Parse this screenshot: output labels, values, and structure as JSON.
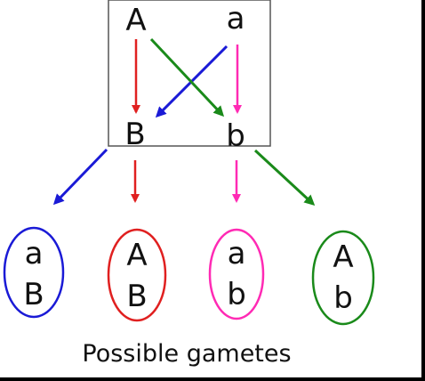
{
  "top_box": {
    "top_left": "A",
    "top_right": "a",
    "bottom_left": "B",
    "bottom_right": "b"
  },
  "gametes": [
    {
      "top": "a",
      "bottom": "B",
      "color": "#1a1ad6"
    },
    {
      "top": "A",
      "bottom": "B",
      "color": "#e02020"
    },
    {
      "top": "a",
      "bottom": "b",
      "color": "#ff2ab4"
    },
    {
      "top": "A",
      "bottom": "b",
      "color": "#1a8a1a"
    }
  ],
  "colors": {
    "blue": "#1a1ad6",
    "red": "#e02020",
    "pink": "#ff2ab4",
    "green": "#1a8a1a",
    "box": "#555555"
  },
  "caption": "Possible gametes"
}
